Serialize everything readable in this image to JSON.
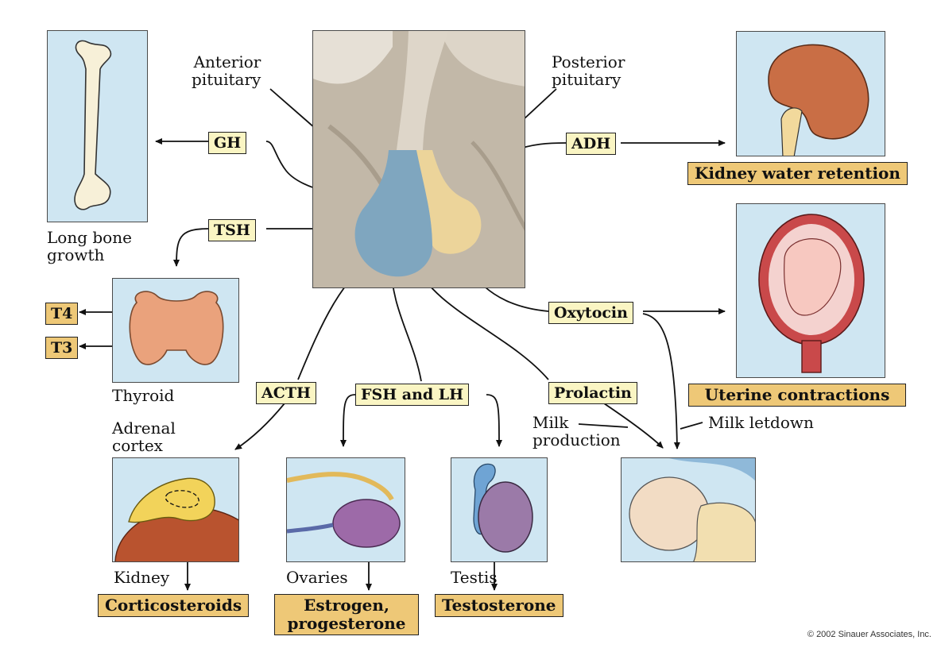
{
  "labels": {
    "anterior_pituitary": "Anterior\npituitary",
    "posterior_pituitary": "Posterior\npituitary",
    "long_bone_growth": "Long bone\ngrowth",
    "thyroid": "Thyroid",
    "adrenal_cortex": "Adrenal\ncortex",
    "kidney": "Kidney",
    "ovaries": "Ovaries",
    "testis": "Testis",
    "milk_production": "Milk\nproduction",
    "milk_letdown": "Milk letdown"
  },
  "hormones": {
    "gh": "GH",
    "tsh": "TSH",
    "adh": "ADH",
    "oxytocin": "Oxytocin",
    "acth": "ACTH",
    "fsh_lh": "FSH and LH",
    "prolactin": "Prolactin",
    "t4": "T4",
    "t3": "T3"
  },
  "effects": {
    "kidney_water_retention": "Kidney water retention",
    "uterine_contractions": "Uterine contractions",
    "corticosteroids": "Corticosteroids",
    "estrogen_progesterone": "Estrogen,\nprogesterone",
    "testosterone": "Testosterone"
  },
  "copyright": "© 2002 Sinauer Associates, Inc.",
  "colors": {
    "panel_bg": "#cfe6f2",
    "hormone_box": "#faf5c3",
    "effect_box": "#eec877",
    "anterior_lobe": "#7fa6bf",
    "posterior_lobe": "#ecd49a",
    "brain_tissue": "#c9bfb0"
  }
}
